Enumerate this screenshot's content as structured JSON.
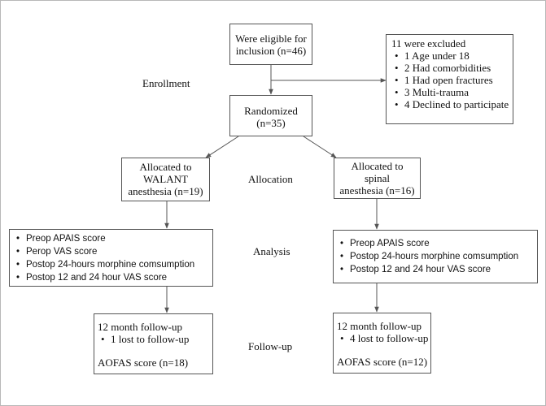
{
  "stages": {
    "enrollment": "Enrollment",
    "allocation": "Allocation",
    "analysis": "Analysis",
    "followup": "Follow-up"
  },
  "eligible": {
    "line1": "Were eligible for",
    "line2": "inclusion (n=46)"
  },
  "excluded": {
    "title": "11 were excluded",
    "items": [
      "1 Age under 18",
      "2 Had comorbidities",
      "1 Had open fractures",
      "3 Multi-trauma",
      "4 Declined to participate"
    ]
  },
  "randomized": {
    "line1": "Randomized",
    "line2": "(n=35)"
  },
  "walant": {
    "allocation": {
      "line1": "Allocated to",
      "line2": "WALANT",
      "line3": "anesthesia (n=19)"
    },
    "analysis": [
      "Preop APAIS score",
      "Perop VAS score",
      "Postop 24-hours morphine comsumption",
      "Postop 12 and 24 hour VAS score"
    ],
    "followup": {
      "title": "12 month follow-up",
      "lost": "1 lost to follow-up",
      "score": "AOFAS score (n=18)"
    }
  },
  "spinal": {
    "allocation": {
      "line1": "Allocated to",
      "line2": "spinal",
      "line3": "anesthesia (n=16)"
    },
    "analysis": [
      "Preop APAIS score",
      "Postop 24-hours morphine comsumption",
      "Postop 12 and 24 hour VAS score"
    ],
    "followup": {
      "title": "12 month follow-up",
      "lost": "4 lost to follow-up",
      "score": "AOFAS score (n=12)"
    }
  },
  "colors": {
    "line": "#555555",
    "text": "#111111",
    "border": "#b8b8b8"
  }
}
